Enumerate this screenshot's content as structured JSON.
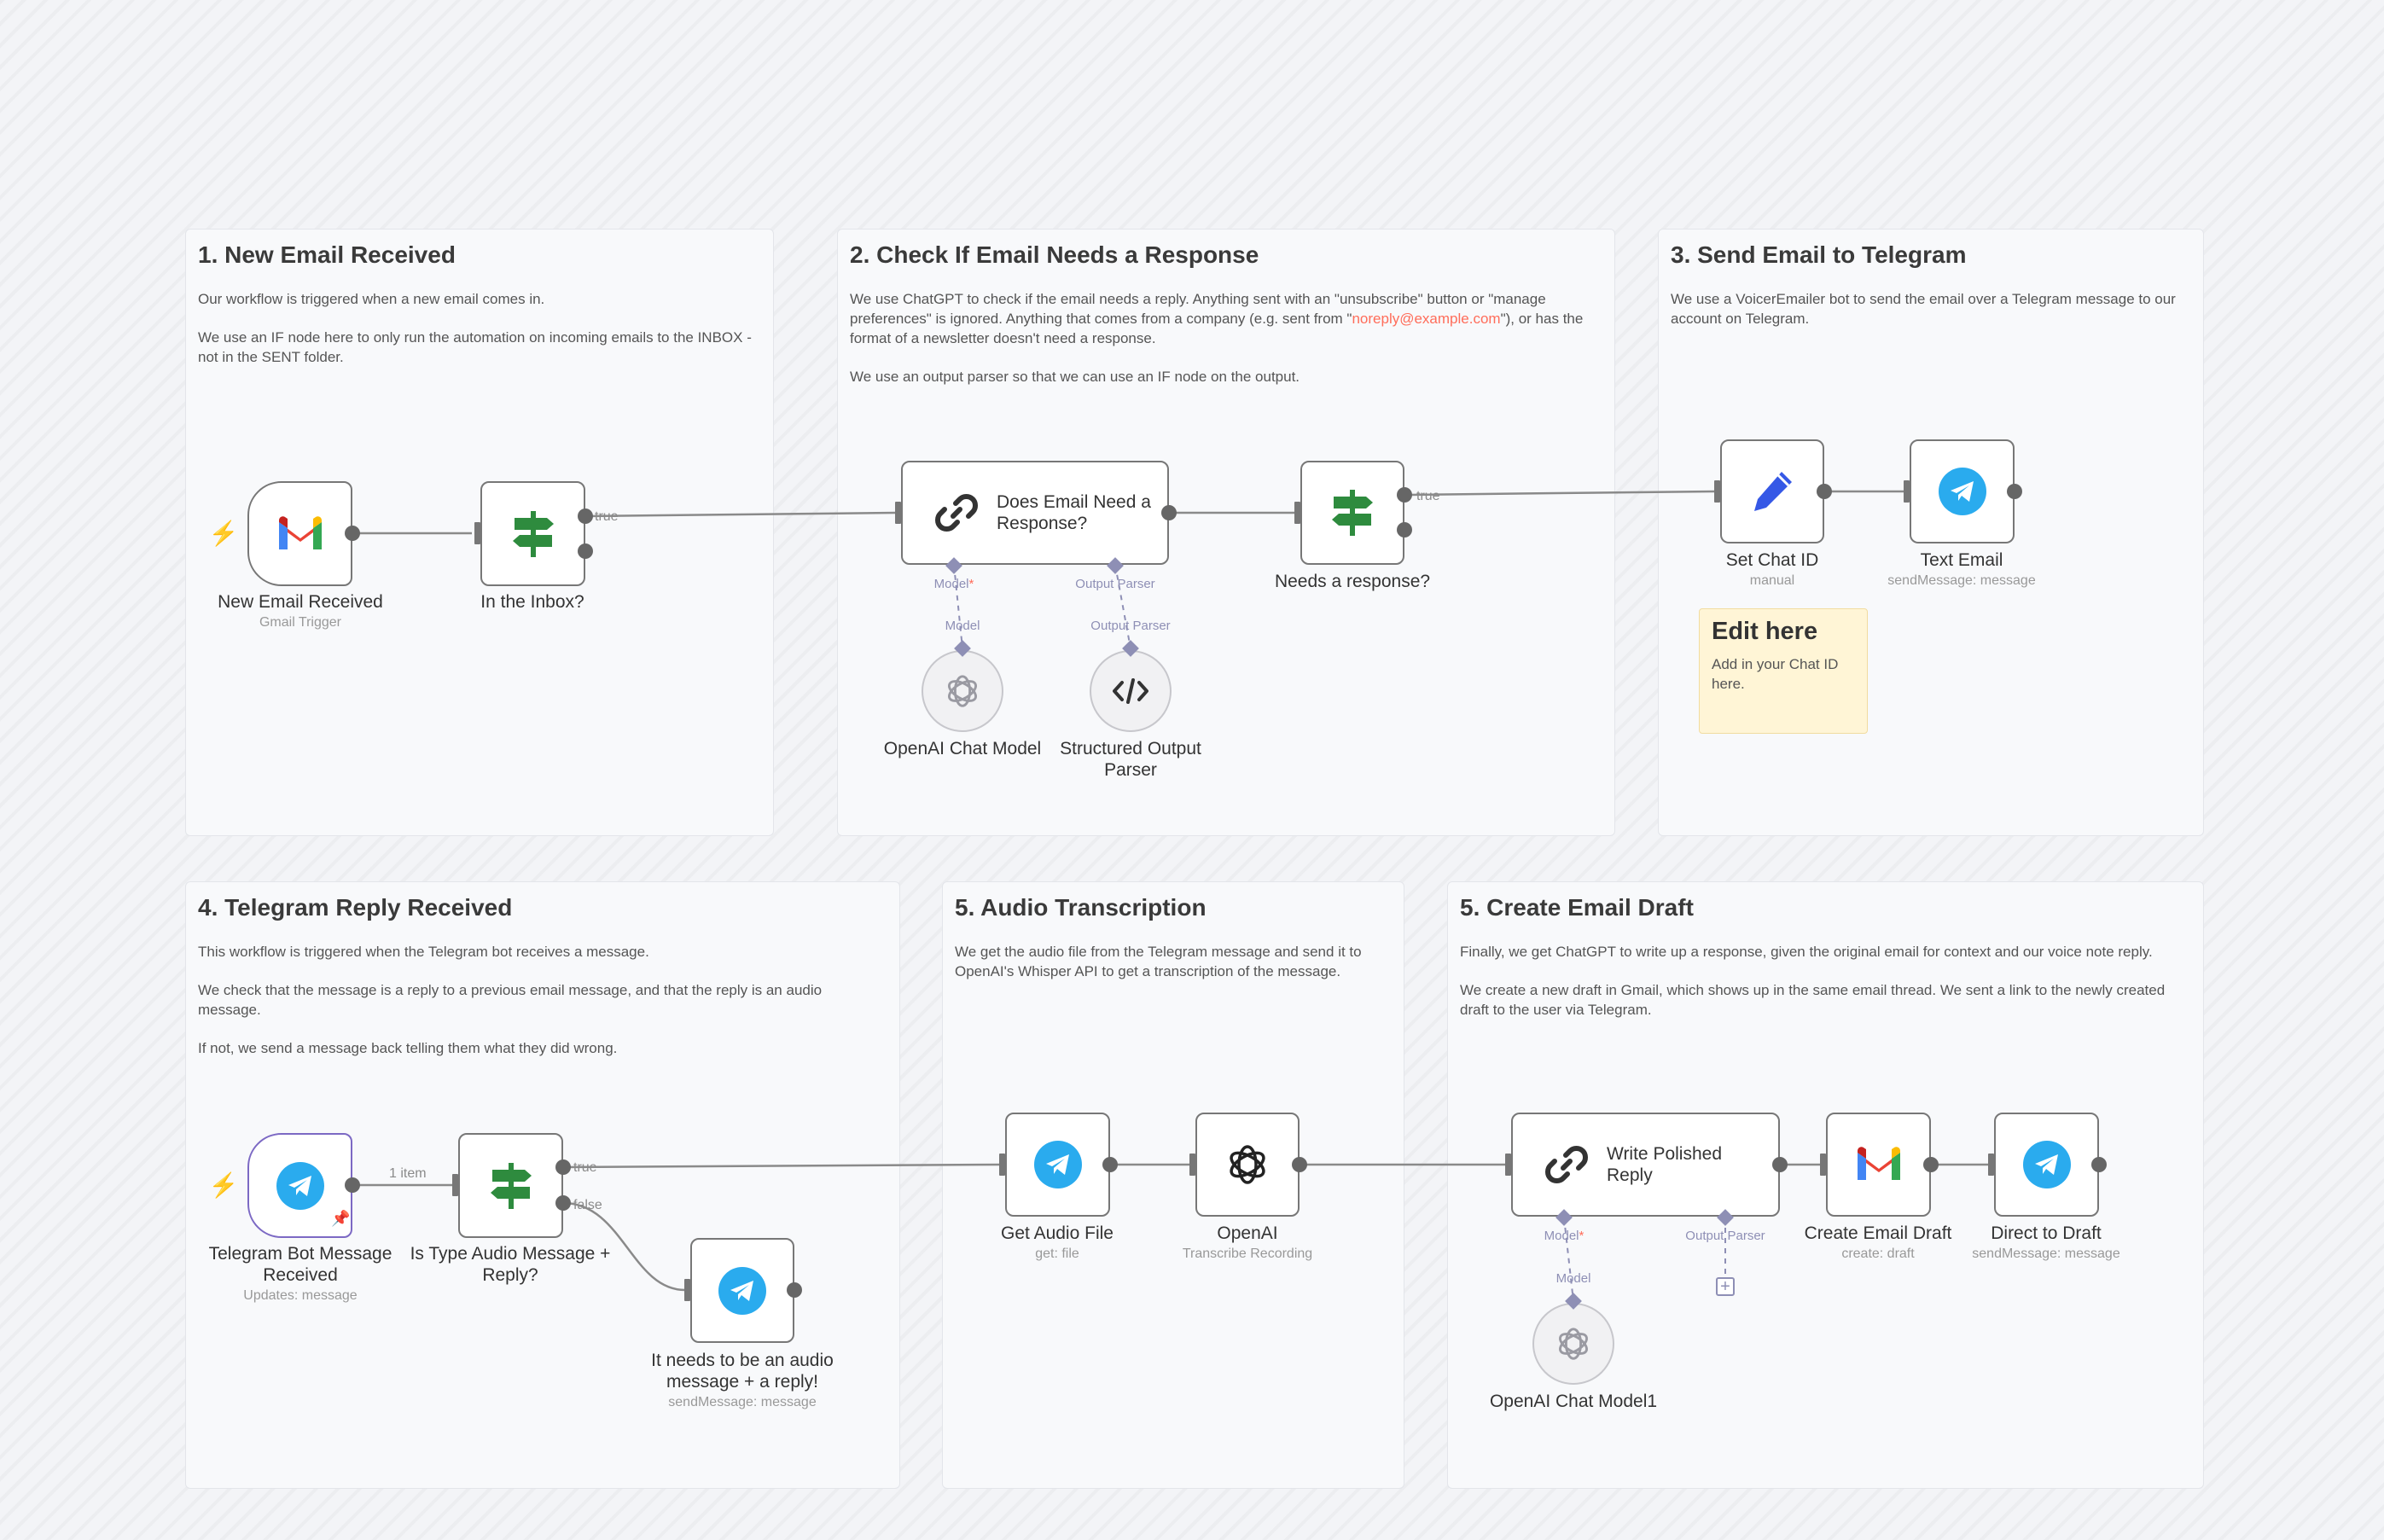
{
  "stickies": [
    {
      "title": "1. New Email Received",
      "paragraphs": [
        "Our workflow is triggered when a new email comes in.",
        "We use an IF node here to only run the automation on incoming emails to the INBOX - not in the SENT folder."
      ]
    },
    {
      "title": "2. Check If Email Needs a Response",
      "p1_pre": "We use ChatGPT to check if the email needs a reply. Anything sent with an \"unsubscribe\" button or \"manage preferences\" is ignored. Anything that comes from a company (e.g. sent from \"",
      "p1_link": "noreply@example.com",
      "p1_post": "\"), or has the format of a newsletter doesn't need a response.",
      "p2": "We use an output parser so that we can use an IF node on the output."
    },
    {
      "title": "3. Send Email to Telegram",
      "paragraphs": [
        "We use a VoicerEmailer bot to send the email over a Telegram message to our account on Telegram."
      ]
    },
    {
      "title": "4. Telegram Reply Received",
      "paragraphs": [
        "This workflow is triggered when the Telegram bot receives a message.",
        "We check that the message is a reply to a previous email message, and that the reply is an audio message.",
        "If not, we send a message back telling them what they did wrong."
      ]
    },
    {
      "title": "5. Audio Transcription",
      "paragraphs": [
        "We get the audio file from the Telegram message and send it to OpenAI's Whisper API to get a transcription of the message."
      ]
    },
    {
      "title": "5. Create Email Draft",
      "paragraphs": [
        "Finally, we get ChatGPT to write up a response, given the original email for context and our voice note reply.",
        "We create a new draft in Gmail, which shows up in the same email thread. We sent a link to the newly created draft to the user via Telegram."
      ]
    }
  ],
  "note": {
    "title": "Edit here",
    "body": "Add in your Chat ID here."
  },
  "nodes": {
    "new_email": {
      "title": "New Email Received",
      "sub": "Gmail Trigger",
      "icon": "gmail-icon"
    },
    "in_inbox": {
      "title": "In the Inbox?",
      "icon": "if-signpost-icon"
    },
    "needs_response_llm": {
      "title": "Does Email Need a Response?",
      "icon": "chain-link-icon"
    },
    "needs_response_if": {
      "title": "Needs a response?",
      "icon": "if-signpost-icon"
    },
    "openai_chat_model": {
      "title": "OpenAI Chat Model",
      "icon": "openai-icon"
    },
    "structured_parser": {
      "title": "Structured Output Parser",
      "icon": "code-icon"
    },
    "set_chat_id": {
      "title": "Set Chat ID",
      "sub": "manual",
      "icon": "pencil-icon"
    },
    "text_email": {
      "title": "Text Email",
      "sub": "sendMessage: message",
      "icon": "telegram-icon"
    },
    "tg_trigger": {
      "title": "Telegram Bot Message Received",
      "sub": "Updates: message",
      "icon": "telegram-icon"
    },
    "is_audio": {
      "title": "Is Type Audio Message + Reply?",
      "icon": "if-signpost-icon"
    },
    "needs_audio": {
      "title": "It needs to be an audio message + a reply!",
      "sub": "sendMessage: message",
      "icon": "telegram-icon"
    },
    "get_audio": {
      "title": "Get Audio File",
      "sub": "get: file",
      "icon": "telegram-icon"
    },
    "openai": {
      "title": "OpenAI",
      "sub": "Transcribe Recording",
      "icon": "openai-icon"
    },
    "write_reply": {
      "title": "Write Polished Reply",
      "icon": "chain-link-icon"
    },
    "create_draft": {
      "title": "Create Email Draft",
      "sub": "create: draft",
      "icon": "gmail-icon"
    },
    "direct_draft": {
      "title": "Direct to Draft",
      "sub": "sendMessage: message",
      "icon": "telegram-icon"
    },
    "openai_chat_model1": {
      "title": "OpenAI Chat Model1",
      "icon": "openai-icon"
    }
  },
  "ports": {
    "model": "Model",
    "output_parser": "Output Parser",
    "required_mark": "*"
  },
  "connection_labels": {
    "true": "true",
    "false": "false",
    "one_item": "1 item"
  },
  "colors": {
    "canvas": "#f3f4f7",
    "wire": "#8a8a8a",
    "subnode_wire": "#8e8fb5",
    "trigger_bolt": "#ff6d5a",
    "telegram": "#2aabee",
    "if_green": "#2e8b3e",
    "selected": "#7c69c4",
    "note_bg": "#fff5d6"
  }
}
